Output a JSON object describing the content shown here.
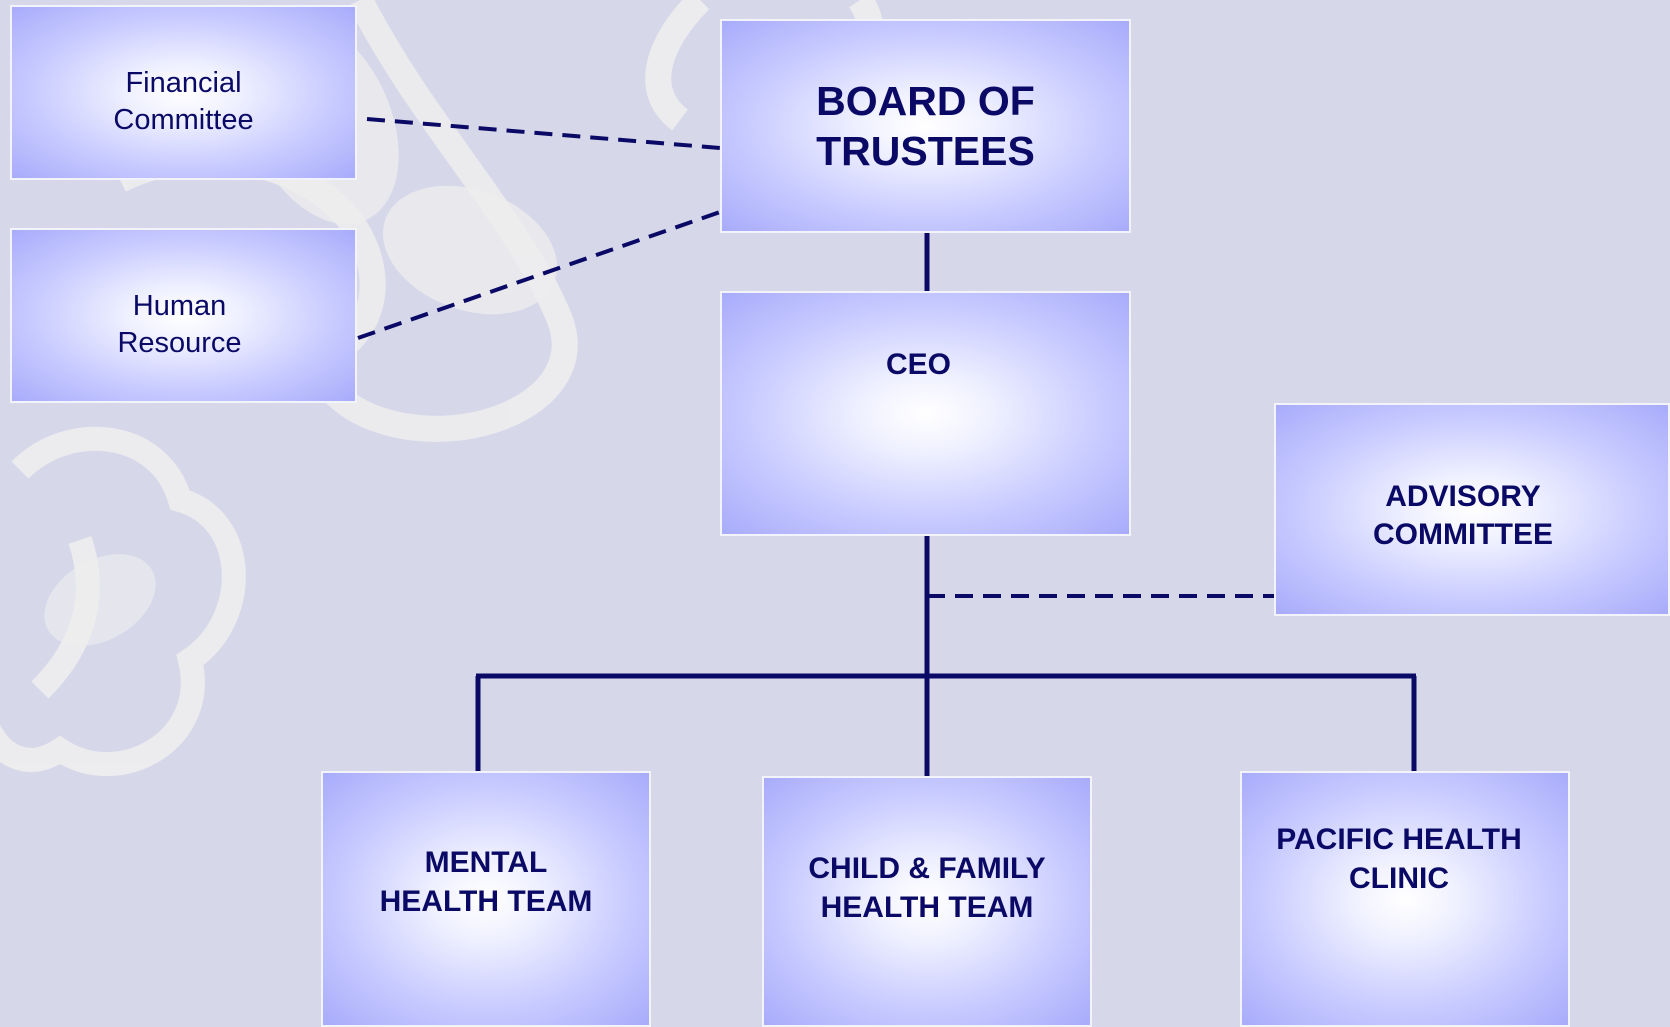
{
  "org_chart": {
    "top": {
      "label": "BOARD OF\nTRUSTEES"
    },
    "committees": {
      "financial": "Financial\nCommittee",
      "human_resource": "Human\nResource",
      "advisory": "ADVISORY\nCOMMITTEE"
    },
    "executive": {
      "label": "CEO"
    },
    "teams": {
      "mental_health": "MENTAL\nHEALTH TEAM",
      "child_family": "CHILD & FAMILY\nHEALTH TEAM",
      "pacific_clinic": "PACIFIC HEALTH\nCLINIC"
    }
  },
  "colors": {
    "background": "#d6d8ea",
    "node_fill_center": "#ffffff",
    "node_fill_edge": "#a8abfa",
    "line": "#0a0a66",
    "text": "#0a0a66"
  },
  "connector_styles": {
    "solid": "reporting line",
    "dashed": "advisory line"
  }
}
